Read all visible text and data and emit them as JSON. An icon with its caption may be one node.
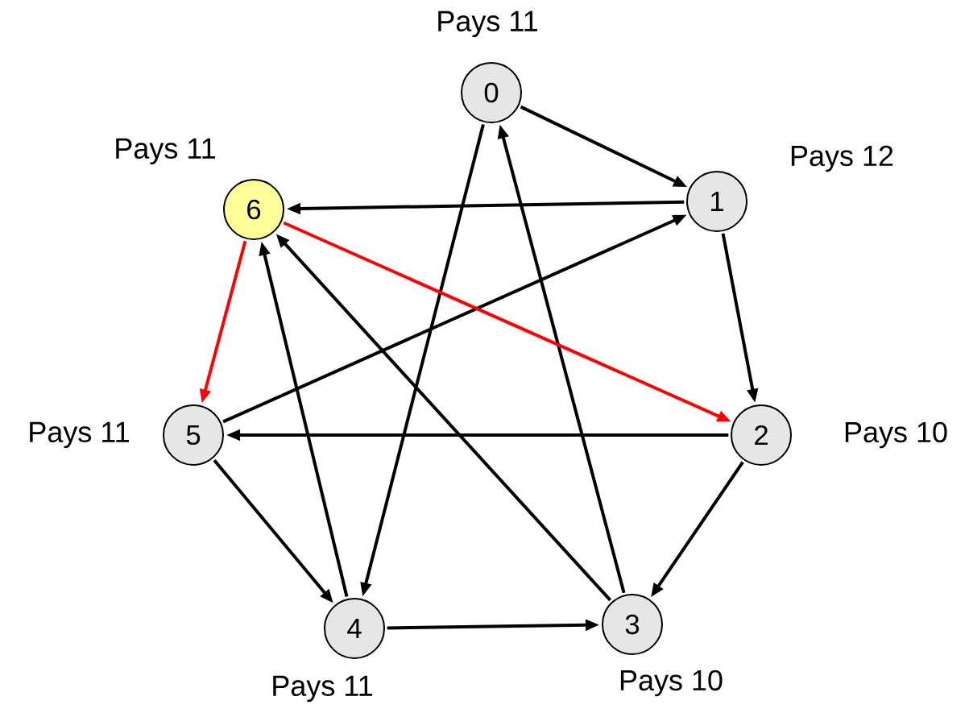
{
  "diagram": {
    "nodes": [
      {
        "text": [
          "0"
        ],
        "beside": [
          "Pays 11"
        ]
      },
      {
        "text": [
          "1"
        ],
        "beside": [
          "Pays 12"
        ]
      },
      {
        "text": [
          "2"
        ],
        "beside": [
          "Pays 10"
        ]
      },
      {
        "text": [
          "3"
        ],
        "beside": [
          "Pays 10"
        ]
      },
      {
        "text": [
          "4"
        ],
        "beside": [
          "Pays 11"
        ]
      },
      {
        "text": [
          "5"
        ],
        "beside": [
          "Pays 11"
        ]
      },
      {
        "text": [
          "6"
        ],
        "beside": [
          "Pays 11"
        ]
      }
    ],
    "edges": [
      {
        "from": 0,
        "to": 1,
        "arrow": "to"
      },
      {
        "from": 0,
        "to": 4,
        "arrow": "to"
      },
      {
        "from": 1,
        "to": 6,
        "arrow": "to"
      },
      {
        "from": 1,
        "to": 2,
        "arrow": "to"
      },
      {
        "from": 2,
        "to": 5,
        "arrow": "to"
      },
      {
        "from": 2,
        "to": 3,
        "arrow": "to"
      },
      {
        "from": 3,
        "to": 0,
        "arrow": "to"
      },
      {
        "from": 3,
        "to": 6,
        "arrow": "to"
      },
      {
        "from": 4,
        "to": 6,
        "arrow": "to"
      },
      {
        "from": 4,
        "to": 3,
        "arrow": "to"
      },
      {
        "from": 5,
        "to": 1,
        "arrow": "to"
      },
      {
        "from": 5,
        "to": 4,
        "arrow": "to"
      },
      {
        "from": 6,
        "to": 5,
        "arrow": "to",
        "color": "#ff0000"
      },
      {
        "from": 6,
        "to": 2,
        "arrow": "to",
        "color": "#ff0000"
      }
    ]
  }
}
